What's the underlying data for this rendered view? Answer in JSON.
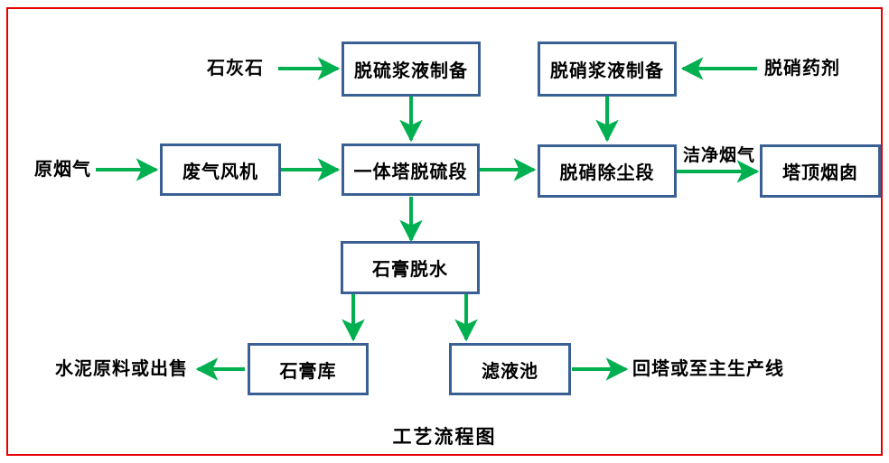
{
  "diagram": {
    "title": "工艺流程图",
    "frame_color": "#e60000",
    "box_border_color": "#3a6093",
    "arrow_color": "#00b050",
    "background": "#ffffff"
  },
  "nodes": {
    "desulfurization_slurry_prep": "脱硫浆液制备",
    "denitration_slurry_prep": "脱硝浆液制备",
    "waste_gas_fan": "废气风机",
    "integrated_tower_desulfurization": "一体塔脱硫段",
    "denitration_dedusting": "脱硝除尘段",
    "tower_top_chimney": "塔顶烟囱",
    "gypsum_dewatering": "石膏脱水",
    "gypsum_warehouse": "石膏库",
    "filtrate_pond": "滤液池"
  },
  "labels": {
    "limestone": "石灰石",
    "denitration_agent": "脱硝药剂",
    "raw_flue_gas": "原烟气",
    "clean_flue_gas": "洁净烟气",
    "cement_material_or_sale": "水泥原料或出售",
    "return_to_tower_or_main_line": "回塔或至主生产线"
  },
  "flows": [
    {
      "from": "石灰石",
      "to": "脱硫浆液制备",
      "direction": "right"
    },
    {
      "from": "脱硝药剂",
      "to": "脱硝浆液制备",
      "direction": "left"
    },
    {
      "from": "原烟气",
      "to": "废气风机",
      "direction": "right"
    },
    {
      "from": "废气风机",
      "to": "一体塔脱硫段",
      "direction": "right"
    },
    {
      "from": "脱硫浆液制备",
      "to": "一体塔脱硫段",
      "direction": "down"
    },
    {
      "from": "脱硝浆液制备",
      "to": "脱硝除尘段",
      "direction": "down"
    },
    {
      "from": "一体塔脱硫段",
      "to": "脱硝除尘段",
      "direction": "right"
    },
    {
      "from": "脱硝除尘段",
      "to": "塔顶烟囱",
      "direction": "right",
      "label": "洁净烟气"
    },
    {
      "from": "一体塔脱硫段",
      "to": "石膏脱水",
      "direction": "down"
    },
    {
      "from": "石膏脱水",
      "to": "石膏库",
      "direction": "down"
    },
    {
      "from": "石膏脱水",
      "to": "滤液池",
      "direction": "down"
    },
    {
      "from": "石膏库",
      "to": "水泥原料或出售",
      "direction": "left"
    },
    {
      "from": "滤液池",
      "to": "回塔或至主生产线",
      "direction": "right"
    }
  ]
}
